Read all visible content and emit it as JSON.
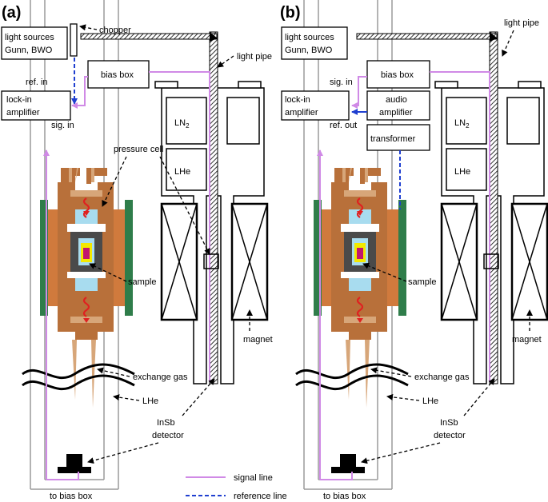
{
  "panels": [
    {
      "letter": "(a)",
      "source_l1": "light sources",
      "source_l2": "Gunn, BWO",
      "chopper": "chopper",
      "light_pipe": "light pipe",
      "bias_box": "bias box",
      "ref_in": "ref. in",
      "lockin_l1": "lock-in",
      "lockin_l2": "amplifier",
      "sig_in": "sig. in",
      "ln2": "LN",
      "ln2_sub": "2",
      "lhe_cryo": "LHe",
      "pressure_cell": "pressure cell",
      "sample": "sample",
      "magnet": "magnet",
      "exchange_gas": "exchange gas",
      "lhe_bath": "LHe",
      "detector_l1": "InSb",
      "detector_l2": "detector",
      "to_bias_box": "to bias box"
    },
    {
      "letter": "(b)",
      "source_l1": "light sources",
      "source_l2": "Gunn, BWO",
      "light_pipe": "light pipe",
      "bias_box": "bias box",
      "sig_in": "sig. in",
      "lockin_l1": "lock-in",
      "lockin_l2": "amplifier",
      "audio_l1": "audio",
      "audio_l2": "amplifier",
      "ref_out": "ref. out",
      "transformer": "transformer",
      "ln2": "LN",
      "ln2_sub": "2",
      "lhe_cryo": "LHe",
      "sample": "sample",
      "magnet": "magnet",
      "exchange_gas": "exchange gas",
      "lhe_bath": "LHe",
      "detector_l1": "InSb",
      "detector_l2": "detector",
      "to_bias_box": "to bias box"
    }
  ],
  "legend": {
    "signal_line": "signal line",
    "reference_line": "reference line"
  },
  "colors": {
    "signal": "#d08ae6",
    "reference": "#1f3fd0",
    "copper": "#b8703a",
    "cell_light": "#d7a679",
    "sapphire": "#a8dcef",
    "coil_green": "#2f7d4a",
    "coil_orange": "#d07a3d",
    "anvil": "#4a4a4a",
    "sample_yellow": "#f3e800",
    "sample_magenta": "#c2166e",
    "wave_red": "#e02020"
  }
}
